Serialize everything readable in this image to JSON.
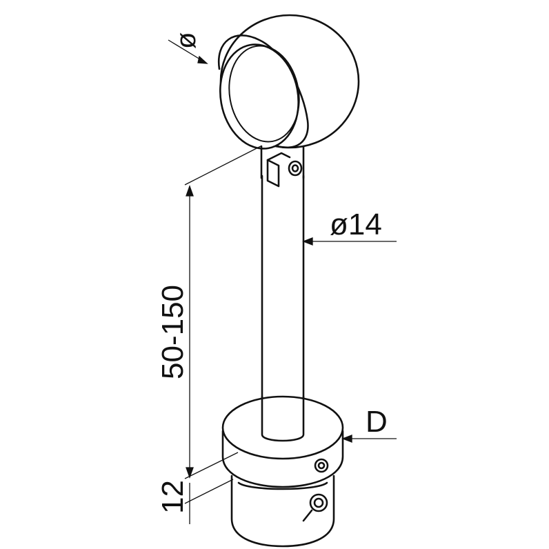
{
  "drawing": {
    "labels": {
      "rail_diameter": "ø",
      "post_diameter": "ø14",
      "height_range": "50-150",
      "base_diameter": "D",
      "base_height": "12"
    }
  }
}
